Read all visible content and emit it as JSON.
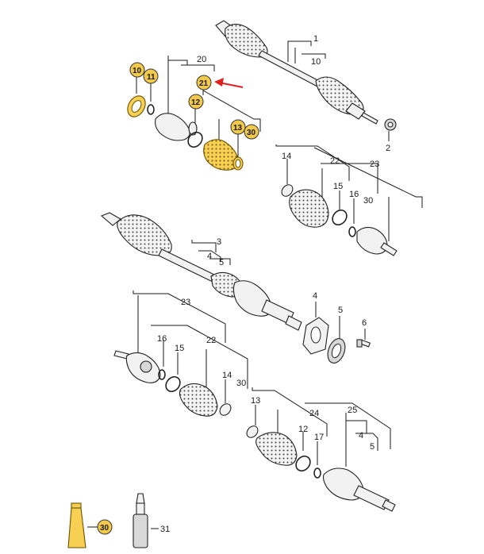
{
  "diagram": {
    "highlight_color": "#f2c94c",
    "arrow_color": "#e02020",
    "callouts": {
      "c1": "1",
      "c10a": "10",
      "c2": "2",
      "c20": "20",
      "c21": "21",
      "c10b": "10",
      "c11a": "11",
      "c12a": "12",
      "c13a": "13",
      "c30a": "30",
      "c14a": "14",
      "c22a": "22",
      "c23a": "23",
      "c15a": "15",
      "c16a": "16",
      "c30b": "30",
      "c3": "3",
      "c4a": "4",
      "c5a": "5",
      "c4b": "4",
      "c5b": "5",
      "c6": "6",
      "c23b": "23",
      "c16b": "16",
      "c15b": "15",
      "c22b": "22",
      "c14b": "14",
      "c30c": "30",
      "c13b": "13",
      "c24": "24",
      "c25": "25",
      "c12b": "12",
      "c17": "17",
      "c4c": "4",
      "c5c": "5",
      "c30d": "30",
      "c31": "31"
    }
  }
}
